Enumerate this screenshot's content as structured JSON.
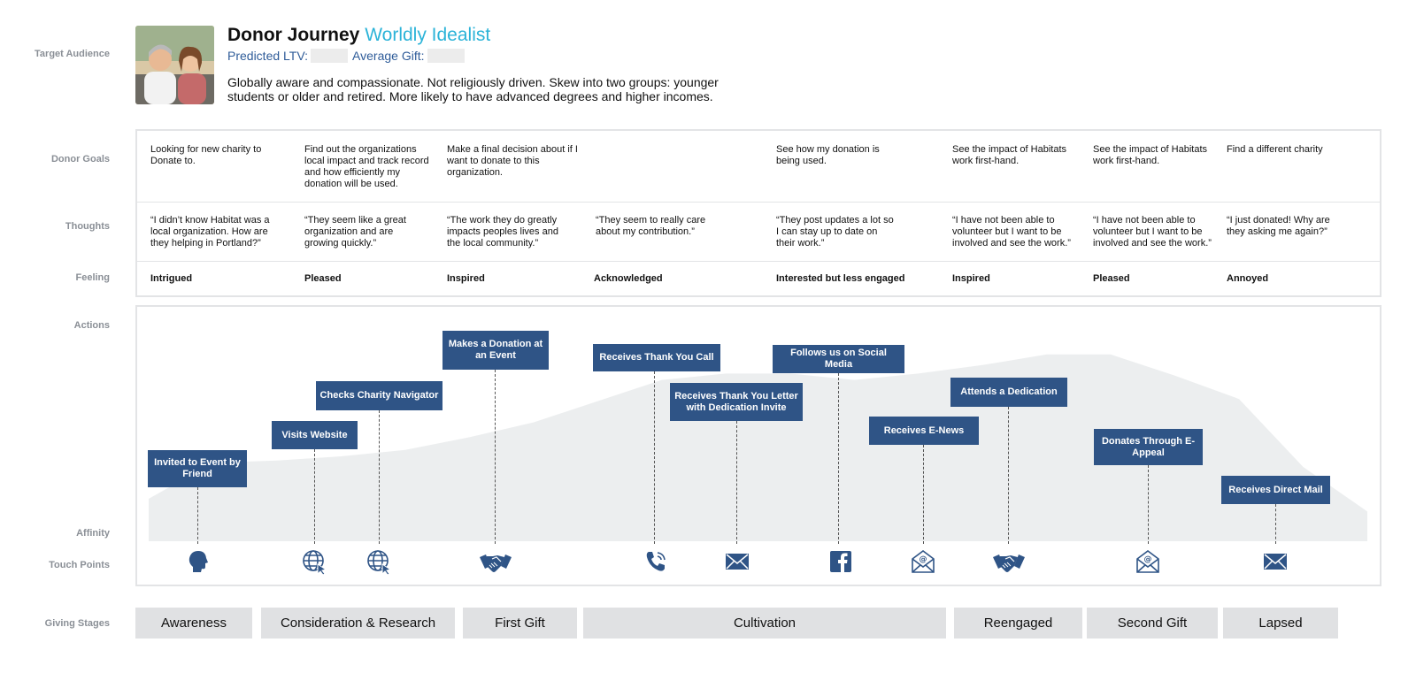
{
  "row_labels": {
    "target_audience": "Target Audience",
    "donor_goals": "Donor Goals",
    "thoughts": "Thoughts",
    "feeling": "Feeling",
    "actions": "Actions",
    "affinity": "Affinity",
    "touch_points": "Touch Points",
    "giving_stages": "Giving Stages"
  },
  "header": {
    "title": "Donor Journey",
    "subtitle": "Worldly Idealist",
    "ltv_label": "Predicted LTV:",
    "gift_label": "Average Gift:",
    "description": "Globally aware and compassionate. Not religiously driven. Skew into two groups: younger students or older and retired. More likely to have advanced degrees and higher incomes."
  },
  "goals": [
    "Looking for new charity to Donate to.",
    "Find out the organizations local impact and track record and how efficiently my donation will be used.",
    "Make a final decision about if I want to donate to this organization.",
    "See how my donation is being used.",
    "See the impact of Habitats work first-hand.",
    "See the impact of Habitats work first-hand.",
    "Find a different charity"
  ],
  "thoughts": [
    "“I didn’t know Habitat was a local organization. How are they helping in Portland?”",
    "“They seem like a great organization and are growing quickly.”",
    "“The work they do greatly impacts peoples lives and the local community.”",
    "“They seem to really care about my contribution.”",
    "“They post updates a lot so I can stay up to date on their work.”",
    "“I have not been able to volunteer but I want to be involved and see the work.”",
    "“I have not been able to volunteer but I want to be involved and see the work.”",
    "“I just donated! Why are they asking me again?”"
  ],
  "feelings": [
    "Intrigued",
    "Pleased",
    "Inspired",
    "Acknowledged",
    "Interested but less engaged",
    "Inspired",
    "Pleased",
    "Annoyed"
  ],
  "actions": [
    "Invited to Event by Friend",
    "Visits Website",
    "Checks Charity Navigator",
    "Makes a Donation at an Event",
    "Receives Thank You Call",
    "Receives Thank You Letter with Dedication Invite",
    "Follows us on Social Media",
    "Receives E-News",
    "Attends a Dedication",
    "Donates Through E-Appeal",
    "Receives Direct Mail"
  ],
  "touch_points": [
    "person-icon",
    "web-icon",
    "web-icon",
    "handshake-icon",
    "phone-icon",
    "mail-icon",
    "facebook-icon",
    "email-icon",
    "handshake-icon",
    "email-icon",
    "mail-icon"
  ],
  "affinity_curve": [
    0.2,
    0.37,
    0.38,
    0.4,
    0.43,
    0.49,
    0.56,
    0.66,
    0.76,
    0.79,
    0.79,
    0.76,
    0.79,
    0.83,
    0.88,
    0.88,
    0.78,
    0.67,
    0.35,
    0.14
  ],
  "stages": [
    "Awareness",
    "Consideration & Research",
    "First Gift",
    "Cultivation",
    "Reengaged",
    "Second Gift",
    "Lapsed"
  ],
  "colors": {
    "action_box": "#2f5486",
    "subtitle": "#2bb3d8",
    "meta_text": "#2f5c99",
    "affinity_fill": "#eceeef",
    "stage_fill": "#e0e1e3",
    "label_gray": "#8a8f96"
  }
}
